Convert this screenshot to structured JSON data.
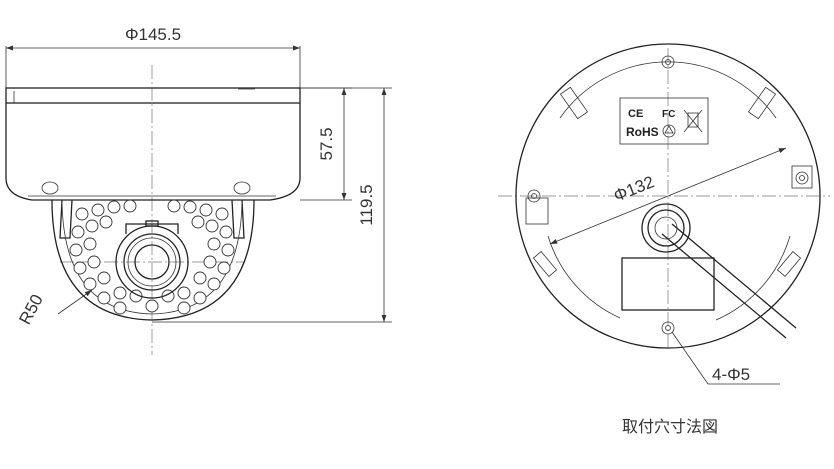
{
  "side_view": {
    "width_label": "Φ145.5",
    "height_upper_label": "57.5",
    "height_total_label": "119.5",
    "radius_label": "R50"
  },
  "bottom_view": {
    "circle_label": "Φ132",
    "hole_label": "4-Φ5",
    "caption": "取付穴寸法図",
    "markings": {
      "ce": "CE",
      "fc": "FC",
      "rohs": "RoHS"
    }
  }
}
